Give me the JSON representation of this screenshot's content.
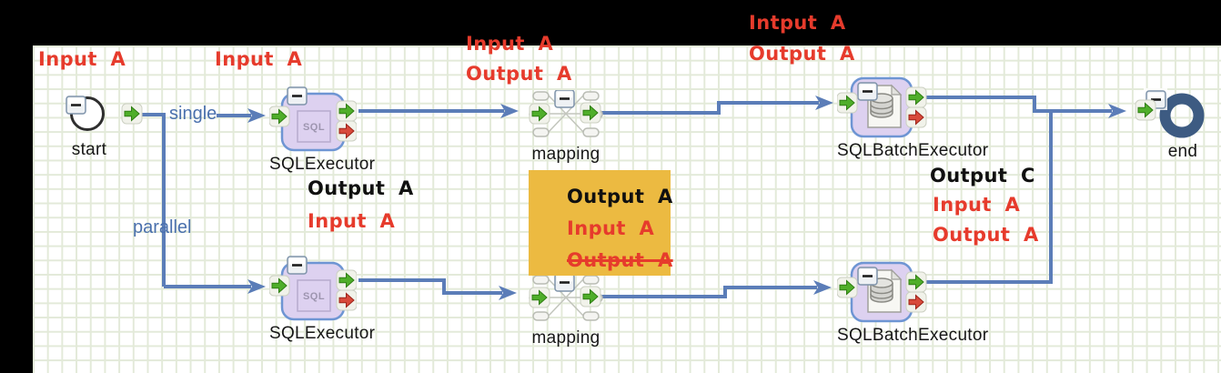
{
  "diagram": {
    "nodes": {
      "start": {
        "label": "start"
      },
      "sqlexecutor1": {
        "label": "SQLExecutor"
      },
      "mapping1": {
        "label": "mapping"
      },
      "sqlbatchexecutor1": {
        "label": "SQLBatchExecutor"
      },
      "end": {
        "label": "end"
      },
      "sqlexecutor2": {
        "label": "SQLExecutor"
      },
      "mapping2": {
        "label": "mapping"
      },
      "sqlbatchexecutor2": {
        "label": "SQLBatchExecutor"
      }
    },
    "node_icons": {
      "sql_badge_text": "SQL"
    },
    "edge_labels": {
      "single": "single",
      "parallel": "parallel"
    }
  },
  "annotations": {
    "items": [
      {
        "text": "Input A",
        "color": "red"
      },
      {
        "text": "Input A",
        "color": "red"
      },
      {
        "text": "Input A",
        "color": "red"
      },
      {
        "text": "Output A",
        "color": "red"
      },
      {
        "text": "Intput A",
        "color": "red"
      },
      {
        "text": "Output A",
        "color": "red"
      },
      {
        "text": "Output A",
        "color": "black"
      },
      {
        "text": "Input A",
        "color": "red"
      },
      {
        "text": "Output C",
        "color": "black"
      },
      {
        "text": "Input A",
        "color": "red"
      },
      {
        "text": "Output A",
        "color": "red"
      }
    ],
    "highlight_box": {
      "lines": [
        {
          "text": "Output A",
          "color": "black",
          "strike": false
        },
        {
          "text": "Input A",
          "color": "red",
          "strike": false
        },
        {
          "text": "Output A",
          "color": "red",
          "strike": true
        }
      ]
    }
  },
  "colors": {
    "edge_blue": "#5b7db8",
    "edge_label_blue": "#4a70ad",
    "annotation_red": "#e63b2c",
    "annotation_black": "#101010",
    "highlight_yellow": "#ecba41",
    "node_fill_lavender": "#ddd1f0",
    "node_border_blue": "#6e95d3",
    "port_green": "#4fae2a",
    "port_red": "#d84a3b",
    "end_ring_navy": "#3d5b82"
  }
}
